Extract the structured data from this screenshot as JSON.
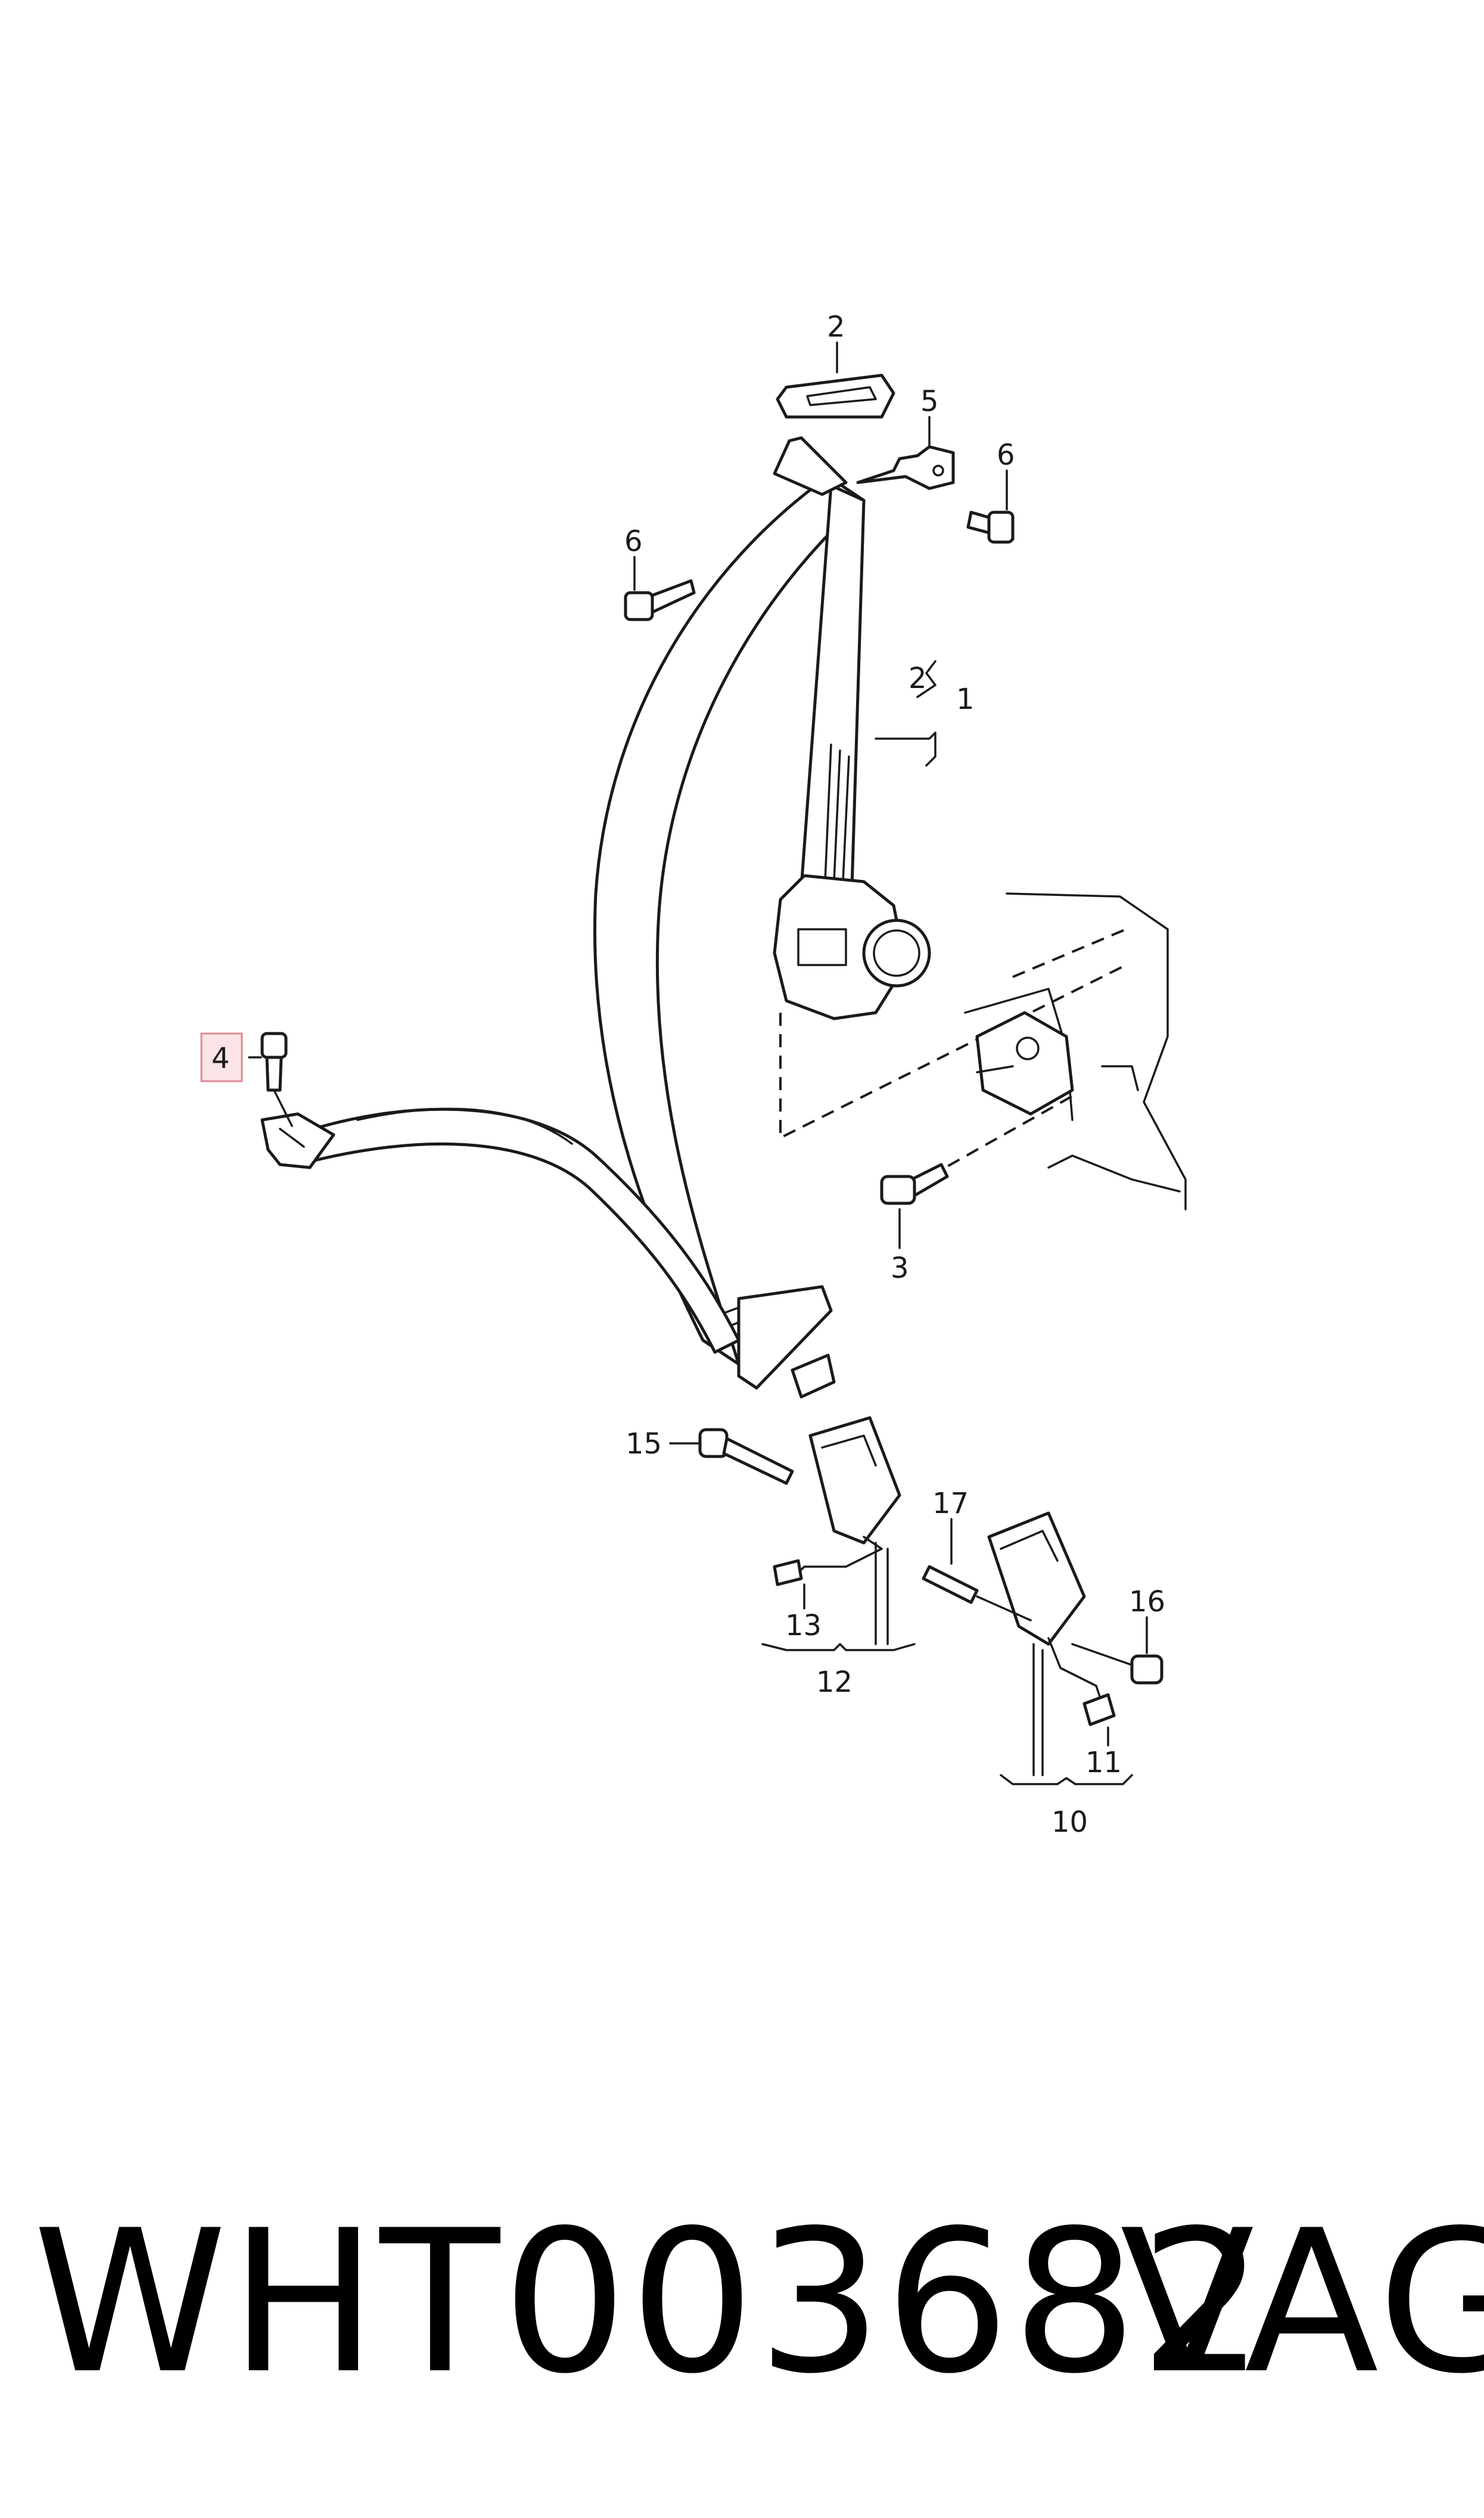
{
  "callouts": {
    "c1": "1",
    "c2a": "2",
    "c2b": "2",
    "c3": "3",
    "c4": "4",
    "c5": "5",
    "c6a": "6",
    "c6b": "6",
    "c10": "10",
    "c11": "11",
    "c12": "12",
    "c13": "13",
    "c15": "15",
    "c16": "16",
    "c17": "17"
  },
  "highlighted_callout": "4",
  "highlight_color": "#fbe4e6",
  "footer": {
    "code": "WHT003682",
    "brand": "VAG"
  }
}
